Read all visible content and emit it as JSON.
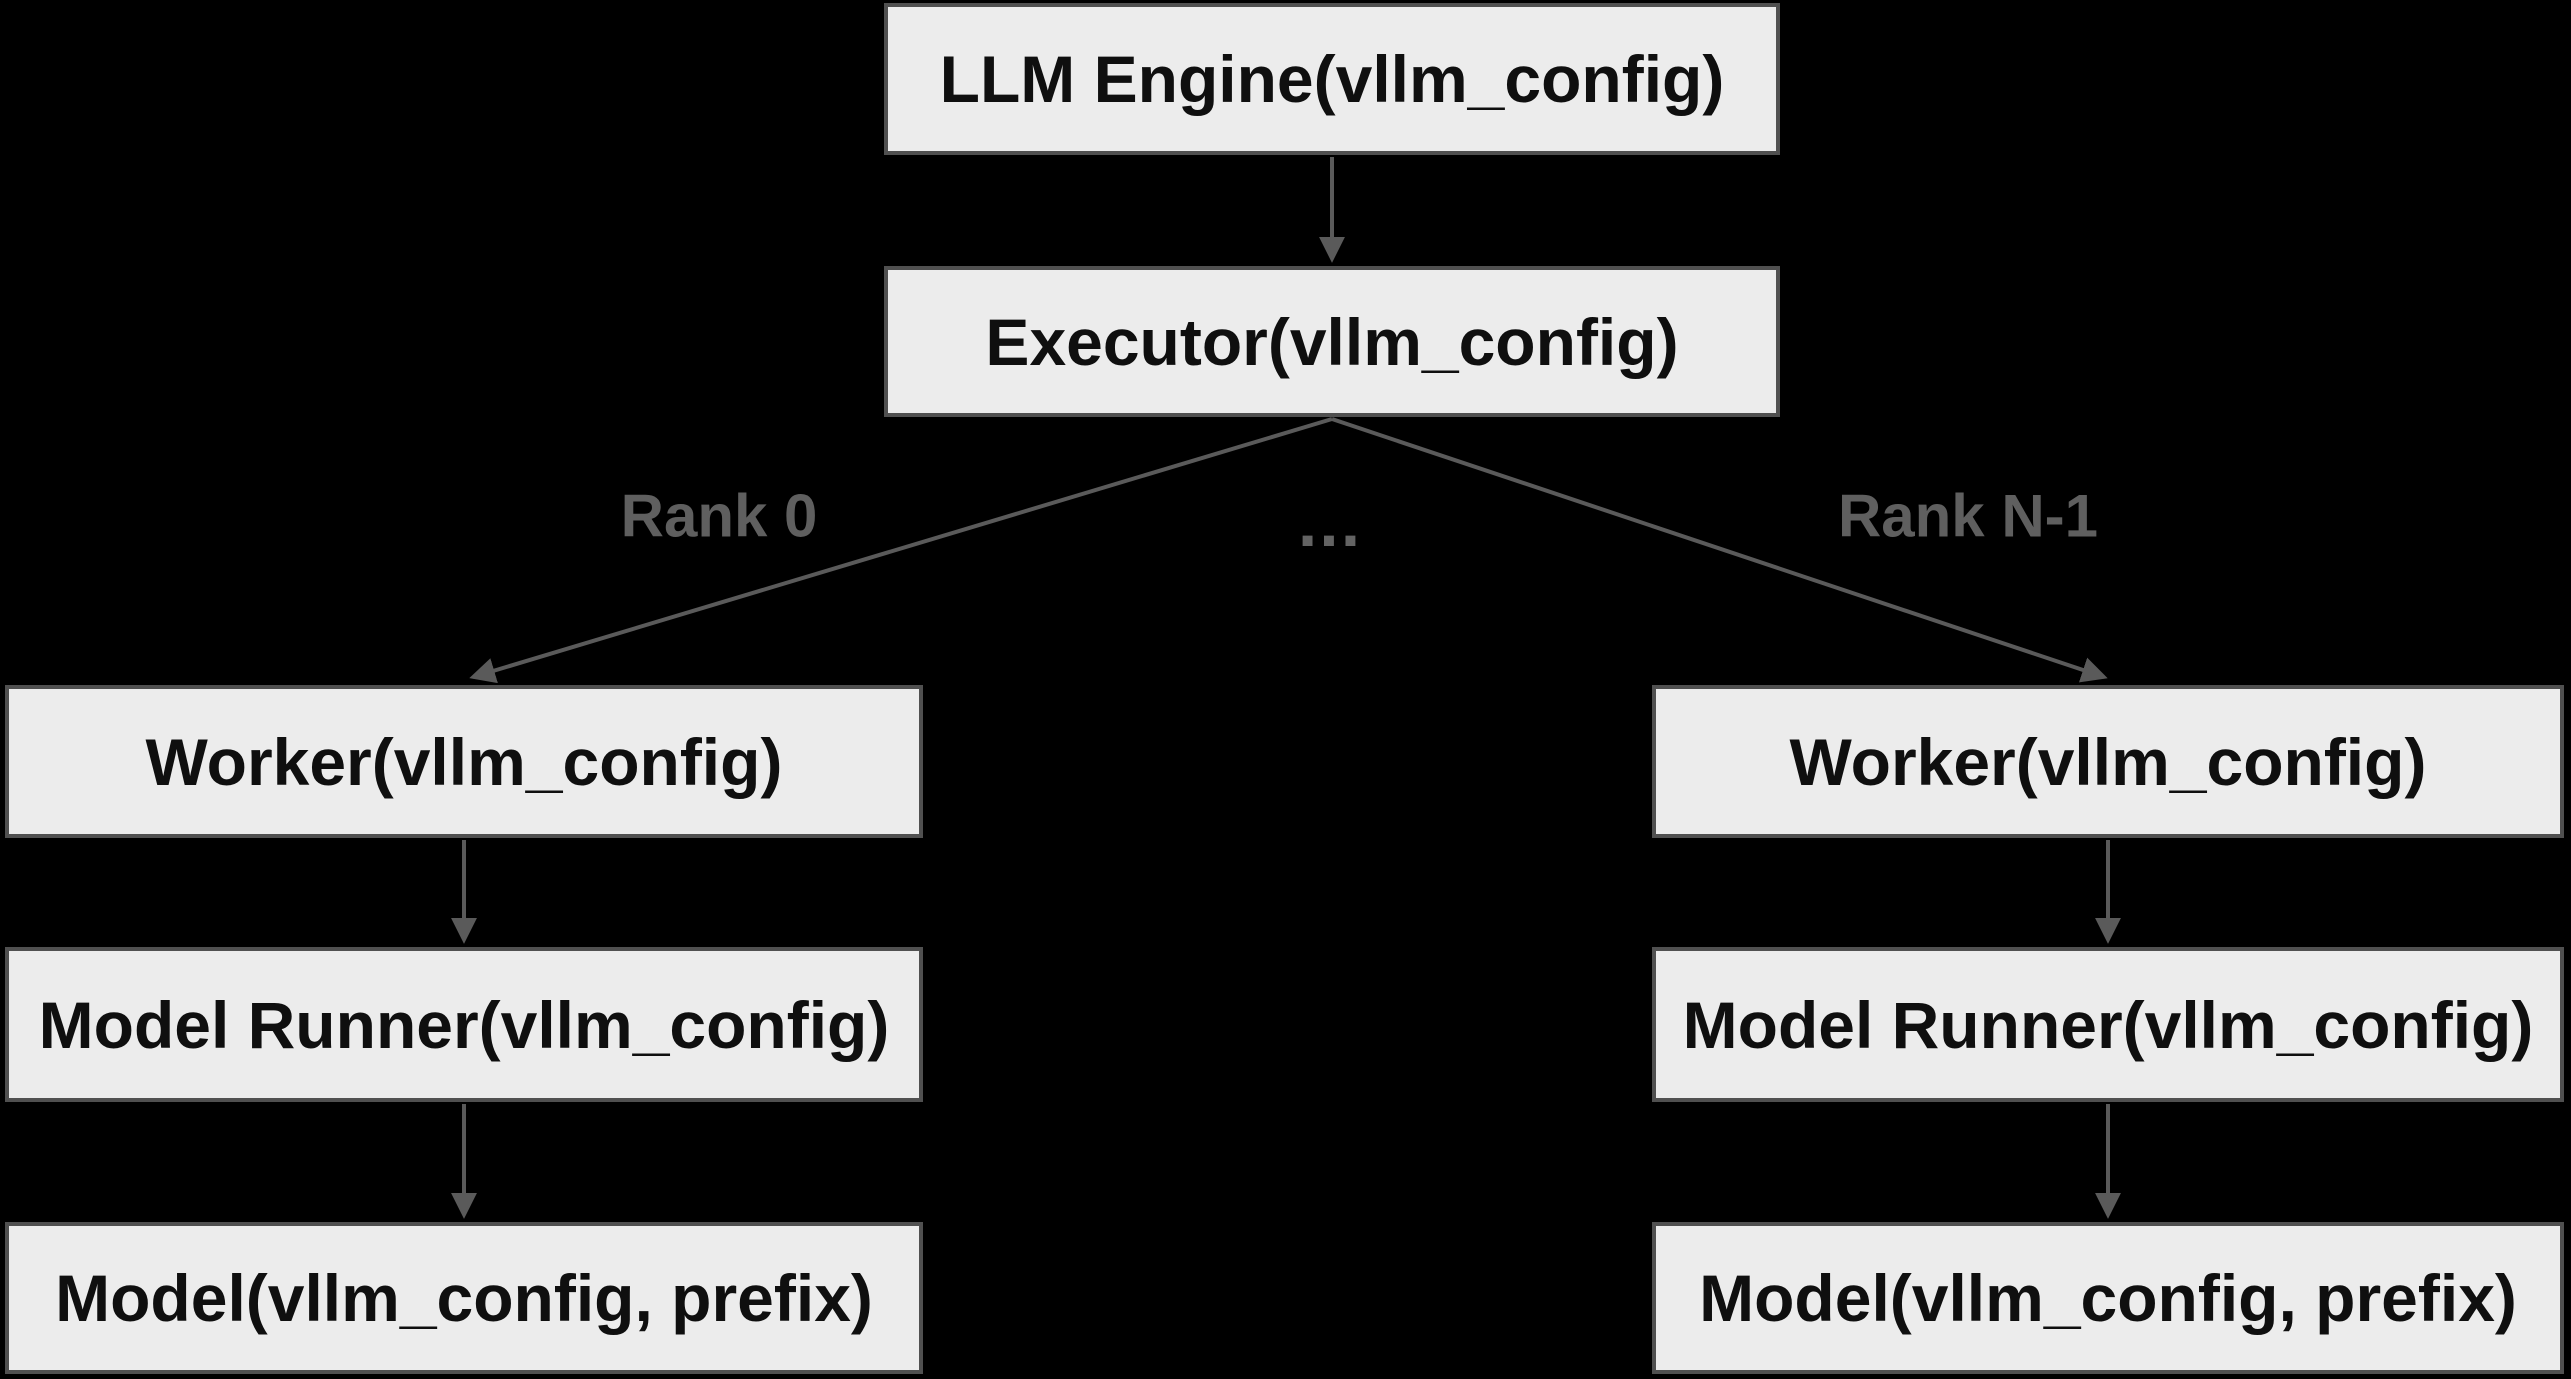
{
  "diagram": {
    "nodes": {
      "engine": {
        "label": "LLM Engine(vllm_config)"
      },
      "executor": {
        "label": "Executor(vllm_config)"
      },
      "worker_left": {
        "label": "Worker(vllm_config)"
      },
      "model_runner_left": {
        "label": "Model Runner(vllm_config)"
      },
      "model_left": {
        "label": "Model(vllm_config, prefix)"
      },
      "worker_right": {
        "label": "Worker(vllm_config)"
      },
      "model_runner_right": {
        "label": "Model Runner(vllm_config)"
      },
      "model_right": {
        "label": "Model(vllm_config, prefix)"
      }
    },
    "edge_labels": {
      "rank_0": "Rank 0",
      "ellipsis": "...",
      "rank_n_1": "Rank N-1"
    },
    "colors": {
      "background": "#000000",
      "node_fill": "#ececec",
      "node_border": "#505050",
      "node_text": "#0f0f0f",
      "edge_line": "#5a5a5a",
      "edge_label_text": "#5f5f5f"
    }
  }
}
